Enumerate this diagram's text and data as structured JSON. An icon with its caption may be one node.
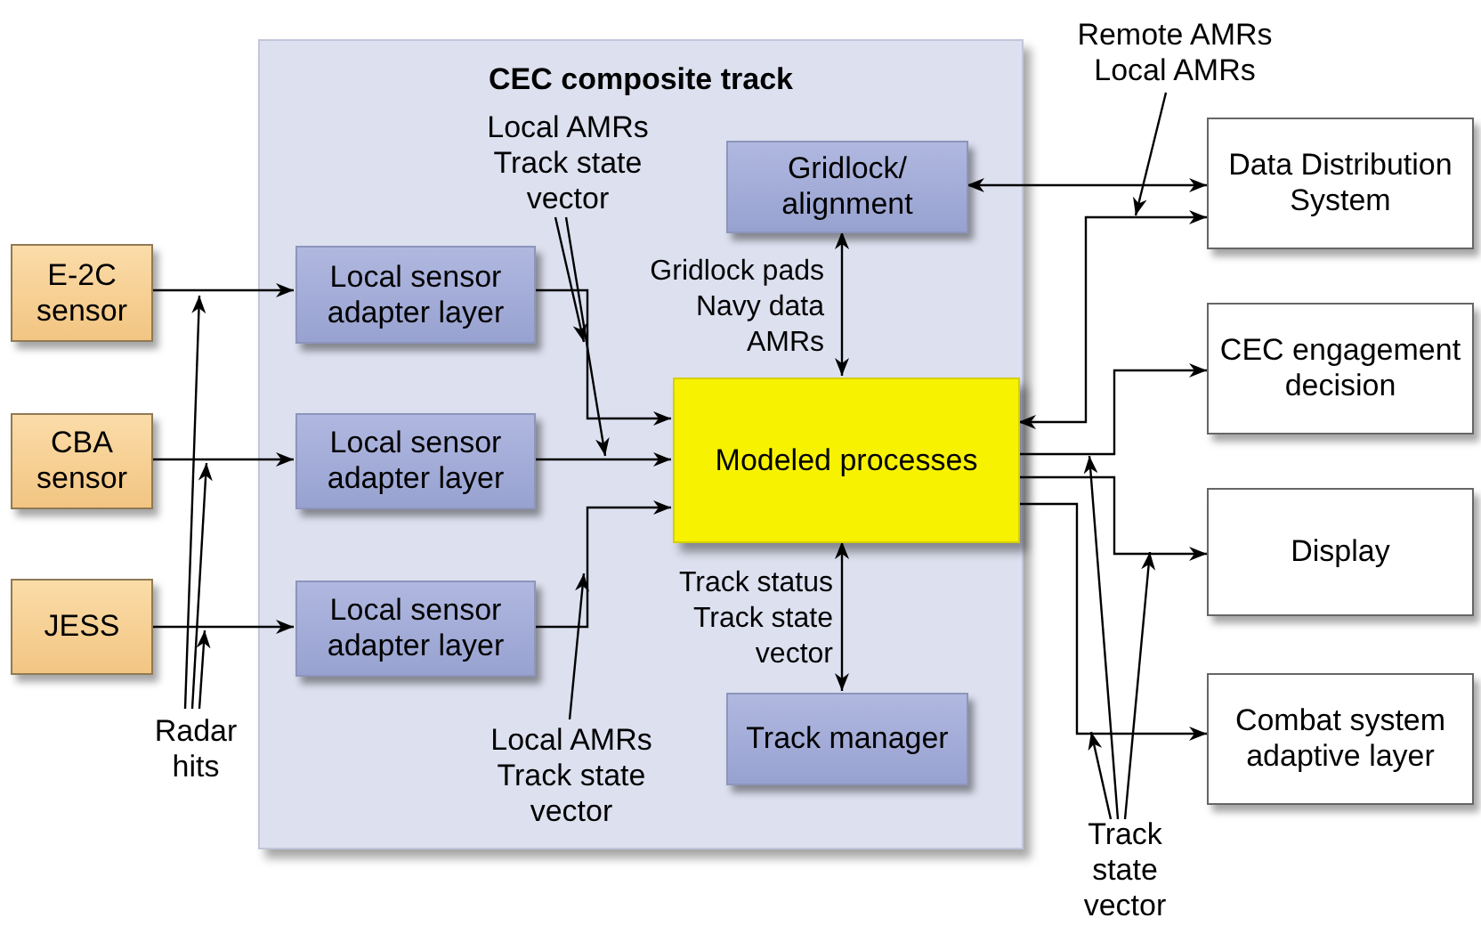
{
  "diagram": {
    "nodes": [
      {
        "text": [
          "CEC composite track"
        ]
      },
      {
        "text": [
          "E-2C sensor"
        ]
      },
      {
        "text": [
          "CBA sensor"
        ]
      },
      {
        "text": [
          "JESS"
        ]
      },
      {
        "text": [
          "Local sensor adapter layer"
        ],
        "in": 0
      },
      {
        "text": [
          "Local sensor adapter layer"
        ],
        "in": 0
      },
      {
        "text": [
          "Local sensor adapter layer"
        ],
        "in": 0
      },
      {
        "text": [
          "Gridlock/ alignment"
        ],
        "in": 0
      },
      {
        "text": [
          "Modeled processes"
        ],
        "in": 0
      },
      {
        "text": [
          "Track manager"
        ],
        "in": 0
      },
      {
        "text": [
          "Data Distribution System"
        ]
      },
      {
        "text": [
          "CEC engagement decision"
        ]
      },
      {
        "text": [
          "Display"
        ]
      },
      {
        "text": [
          "Combat system adaptive layer"
        ]
      },
      {
        "text": [
          "Radar hits"
        ]
      },
      {
        "text": [
          "Local AMRs Track state vector"
        ],
        "in": 0
      },
      {
        "text": [
          "Local AMRs Track state vector"
        ],
        "in": 0
      },
      {
        "text": [
          "Remote AMRs Local AMRs"
        ]
      },
      {
        "text": [
          "Track state vector"
        ]
      }
    ],
    "edges": [
      {
        "from": 1,
        "to": 4,
        "arrow": "to"
      },
      {
        "from": 2,
        "to": 5,
        "arrow": "to"
      },
      {
        "from": 3,
        "to": 6,
        "arrow": "to"
      },
      {
        "from": 4,
        "to": 8,
        "arrow": "to"
      },
      {
        "from": 5,
        "to": 8,
        "arrow": "to"
      },
      {
        "from": 6,
        "to": 8,
        "arrow": "to"
      },
      {
        "from": 7,
        "to": 10,
        "arrow": "both"
      },
      {
        "from": 7,
        "to": 8,
        "label": "Gridlock pads Navy data AMRs",
        "arrow": "both"
      },
      {
        "from": 8,
        "to": 9,
        "label": "Track status Track state vector",
        "arrow": "both"
      },
      {
        "from": 8,
        "to": 10,
        "arrow": "both"
      },
      {
        "from": 8,
        "to": 11,
        "arrow": "to"
      },
      {
        "from": 8,
        "to": 12,
        "arrow": "to"
      },
      {
        "from": 8,
        "to": 13,
        "arrow": "to"
      },
      {
        "from": 14,
        "to": null,
        "arrow": "to"
      },
      {
        "from": 14,
        "to": null,
        "arrow": "to"
      },
      {
        "from": 14,
        "to": null,
        "arrow": "to"
      },
      {
        "from": 15,
        "to": null,
        "arrow": "to"
      },
      {
        "from": 15,
        "to": null,
        "arrow": "to"
      },
      {
        "from": 16,
        "to": null,
        "arrow": "to"
      },
      {
        "from": 17,
        "to": null,
        "arrow": "to"
      },
      {
        "from": 18,
        "to": null,
        "arrow": "to"
      },
      {
        "from": 18,
        "to": null,
        "arrow": "to"
      },
      {
        "from": 18,
        "to": null,
        "arrow": "to"
      }
    ]
  }
}
